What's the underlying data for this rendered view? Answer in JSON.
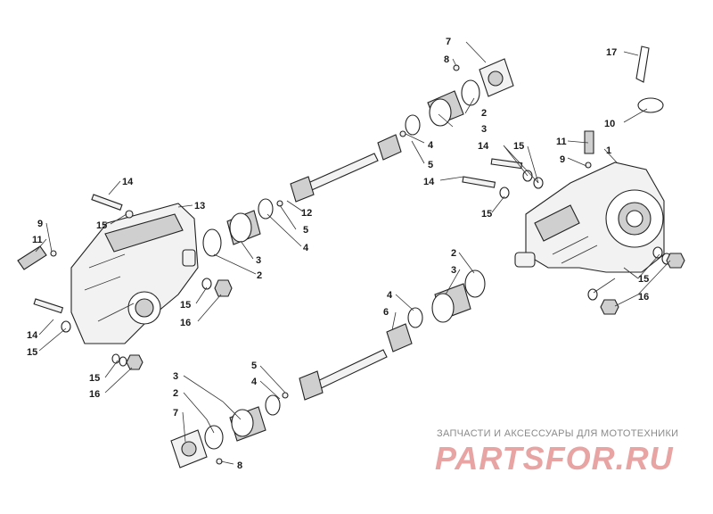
{
  "diagram": {
    "labels": {
      "l1": "1",
      "l2a": "2",
      "l2b": "2",
      "l2c": "2",
      "l2d": "2",
      "l3a": "3",
      "l3b": "3",
      "l3c": "3",
      "l3d": "3",
      "l4a": "4",
      "l4b": "4",
      "l4c": "4",
      "l4d": "4",
      "l5a": "5",
      "l5b": "5",
      "l5c": "5",
      "l6": "6",
      "l7a": "7",
      "l7b": "7",
      "l8a": "8",
      "l8b": "8",
      "l9a": "9",
      "l9b": "9",
      "l10": "10",
      "l11a": "11",
      "l11b": "11",
      "l12": "12",
      "l13": "13",
      "l14a": "14",
      "l14b": "14",
      "l14c": "14",
      "l14d": "14",
      "l15a": "15",
      "l15b": "15",
      "l15c": "15",
      "l15d": "15",
      "l15e": "15",
      "l15f": "15",
      "l16a": "16",
      "l16b": "16",
      "l16c": "16",
      "l17": "17"
    }
  },
  "watermark": {
    "tagline": "ЗАПЧАСТИ И АКСЕССУАРЫ ДЛЯ МОТОТЕХНИКИ",
    "logo": "PARTSFOR.RU",
    "color": "#e8a3a3"
  }
}
